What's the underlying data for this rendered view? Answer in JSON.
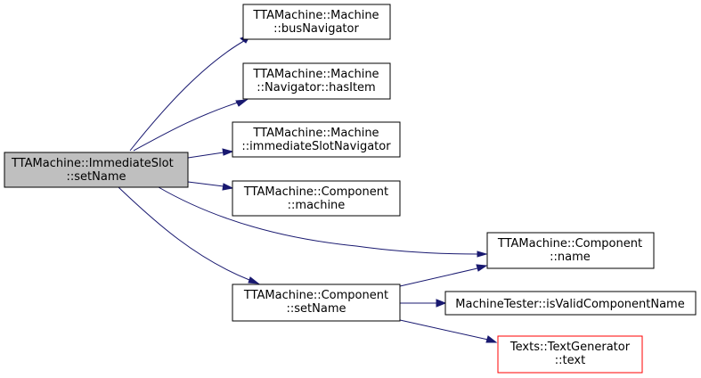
{
  "colors": {
    "node_fill": "#ffffff",
    "root_fill": "#bfbfbf",
    "node_border": "#000000",
    "missing_border": "#ff0000",
    "edge": "#191970"
  },
  "nodes": {
    "setname_root": {
      "lines": [
        "TTAMachine::ImmediateSlot",
        "::setName"
      ],
      "root": true
    },
    "bus_navigator": {
      "lines": [
        "TTAMachine::Machine",
        "::busNavigator"
      ]
    },
    "navigator_hasitem": {
      "lines": [
        "TTAMachine::Machine",
        "::Navigator::hasItem"
      ]
    },
    "immediate_slot_navigator": {
      "lines": [
        "TTAMachine::Machine",
        "::immediateSlotNavigator"
      ]
    },
    "component_machine": {
      "lines": [
        "TTAMachine::Component",
        "::machine"
      ]
    },
    "component_name": {
      "lines": [
        "TTAMachine::Component",
        "::name"
      ]
    },
    "component_setname": {
      "lines": [
        "TTAMachine::Component",
        "::setName"
      ]
    },
    "is_valid_component_name": {
      "lines": [
        "MachineTester::isValidComponentName"
      ]
    },
    "text_generator_text": {
      "lines": [
        "Texts::TextGenerator",
        "::text"
      ],
      "missing": true
    }
  }
}
